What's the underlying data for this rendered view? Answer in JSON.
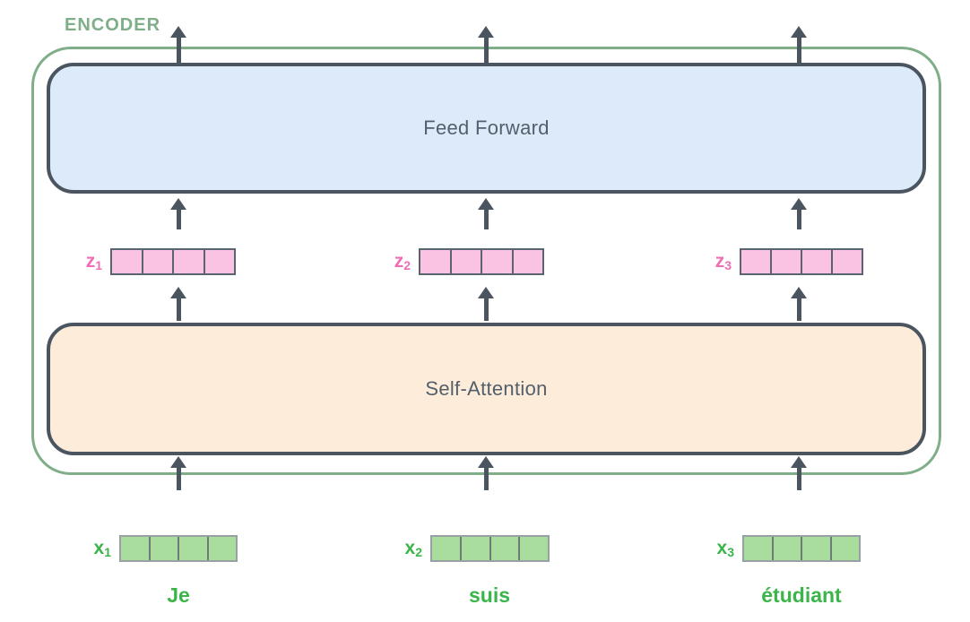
{
  "encoder": {
    "label": "ENCODER"
  },
  "layers": {
    "feed_forward": {
      "label": "Feed Forward",
      "fill": "#ddeafa"
    },
    "self_attention": {
      "label": "Self-Attention",
      "fill": "#fdecd9"
    }
  },
  "vectors": {
    "cells_per_vector": 4,
    "z": [
      {
        "base": "z",
        "sub": "1"
      },
      {
        "base": "z",
        "sub": "2"
      },
      {
        "base": "z",
        "sub": "3"
      }
    ],
    "x": [
      {
        "base": "x",
        "sub": "1"
      },
      {
        "base": "x",
        "sub": "2"
      },
      {
        "base": "x",
        "sub": "3"
      }
    ]
  },
  "tokens": [
    "Je",
    "suis",
    "étudiant"
  ],
  "colors": {
    "arrow": "#4a5560",
    "box_border": "#4a5560",
    "box_text": "#545f6c",
    "encoder_green": "#7fae88",
    "token_green": "#3bb54a",
    "z_fill": "#fbc3e3",
    "x_fill": "#a9dd9e",
    "z_label": "#f06db4",
    "ff_fill": "#ddeafa",
    "sa_fill": "#fdecd9"
  }
}
